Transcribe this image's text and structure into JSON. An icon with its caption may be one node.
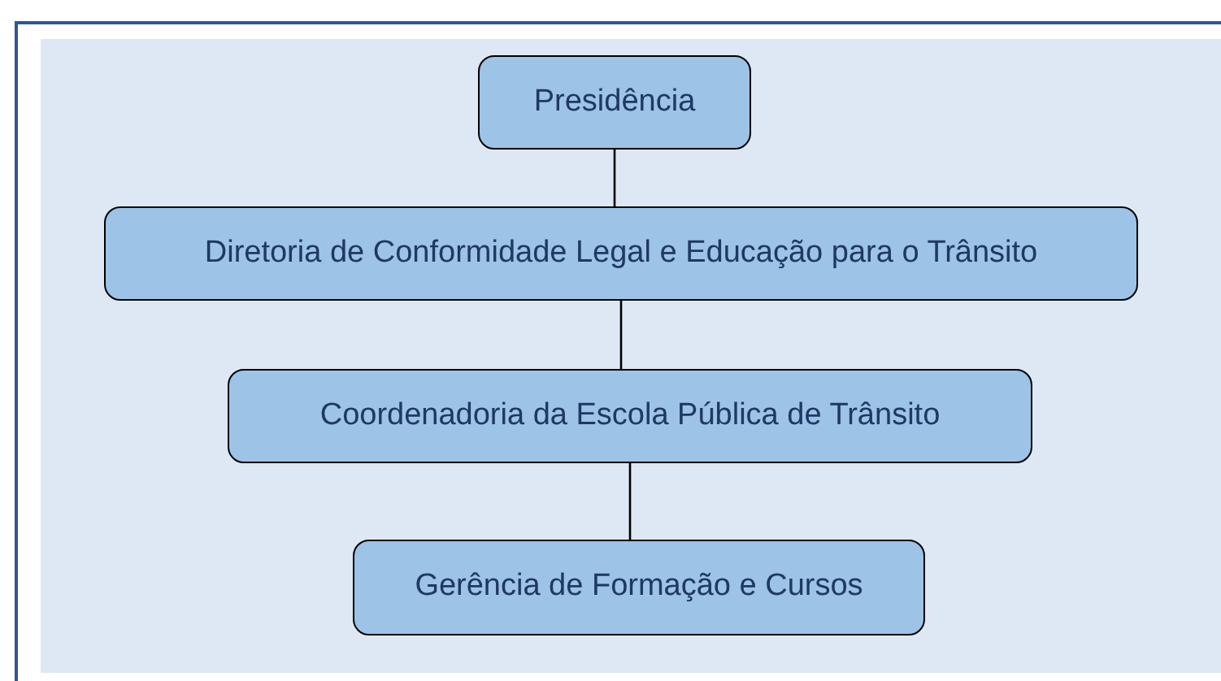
{
  "diagram": {
    "nodes": [
      {
        "text": [
          "Presidência"
        ]
      },
      {
        "text": [
          "Diretoria de Conformidade Legal e Educação para o Trânsito"
        ]
      },
      {
        "text": [
          "Coordenadoria da Escola Pública de Trânsito"
        ]
      },
      {
        "text": [
          "Gerência de Formação e Cursos"
        ]
      }
    ],
    "edges": [
      {
        "from": 0,
        "to": 1,
        "arrow": "none"
      },
      {
        "from": 1,
        "to": 2,
        "arrow": "none"
      },
      {
        "from": 2,
        "to": 3,
        "arrow": "none"
      }
    ]
  }
}
